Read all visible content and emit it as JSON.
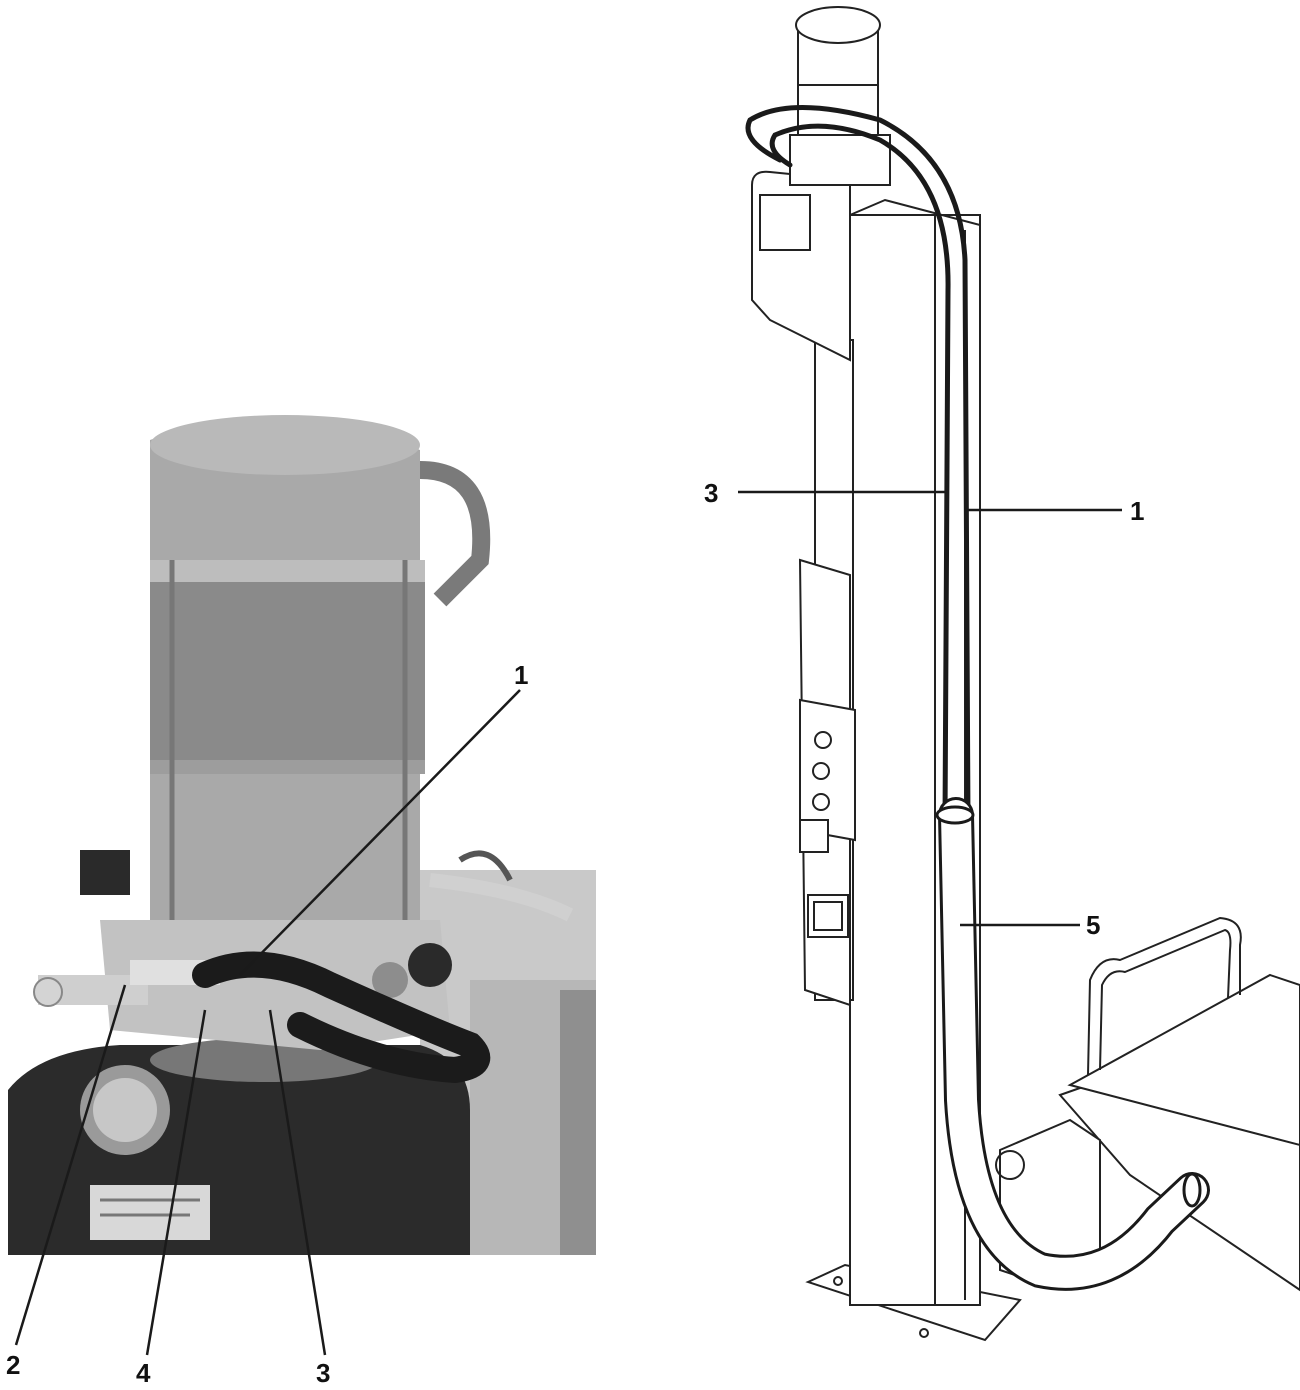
{
  "photo_callouts": {
    "c1": "1",
    "c2": "2",
    "c3": "3",
    "c4": "4"
  },
  "drawing_callouts": {
    "c1": "1",
    "c3": "3",
    "c5": "5"
  },
  "colors": {
    "line": "#1a1a1a",
    "photo_background": "#9a9a9a",
    "motor_metal": "#a8a8a8",
    "tank": "#2b2b2b",
    "hose": "#1b1b1b",
    "drawing_stroke": "#222222"
  }
}
